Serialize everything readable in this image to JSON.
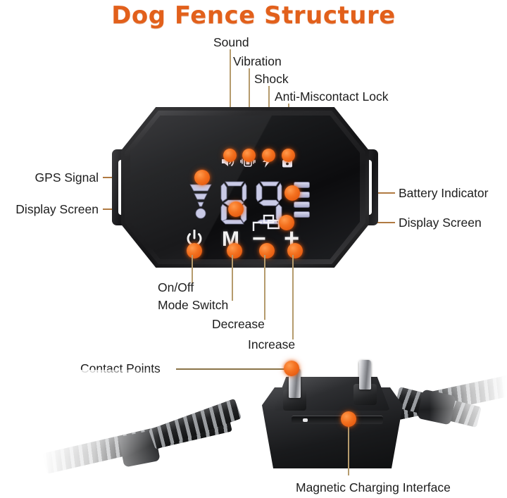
{
  "title": "Dog Fence Structure",
  "theme": {
    "accent_orange": "#f4711f",
    "title_orange": "#e2601b",
    "leader_line": "#b59b6d",
    "label_text": "#1d1d1d",
    "device_black": "#141416",
    "lcd_segment": "#c9cae6"
  },
  "callouts": {
    "top": [
      {
        "id": "sound",
        "label": "Sound",
        "icon": "speaker-icon"
      },
      {
        "id": "vibration",
        "label": "Vibration",
        "icon": "vibration-icon"
      },
      {
        "id": "shock",
        "label": "Shock",
        "icon": "lightning-bolt-icon"
      },
      {
        "id": "lock",
        "label": "Anti-Miscontact Lock",
        "icon": "lock-icon"
      }
    ],
    "left": [
      {
        "id": "gps",
        "label": "GPS Signal",
        "icon": "gps-signal-icon"
      },
      {
        "id": "display-left",
        "label": "Display Screen",
        "icon": "lcd-digits"
      }
    ],
    "right": [
      {
        "id": "battery",
        "label": "Battery Indicator",
        "icon": "battery-indicator-icon"
      },
      {
        "id": "display-right",
        "label": "Display Screen",
        "icon": "fence-boundary-icon"
      }
    ],
    "bottom": [
      {
        "id": "onoff",
        "label": "On/Off",
        "icon": "power-icon",
        "glyph": "⏻"
      },
      {
        "id": "mode",
        "label": "Mode Switch",
        "icon": "mode-m-icon",
        "glyph": "M"
      },
      {
        "id": "decrease",
        "label": "Decrease",
        "icon": "minus-icon",
        "glyph": "−"
      },
      {
        "id": "increase",
        "label": "Increase",
        "icon": "plus-icon",
        "glyph": "+"
      }
    ],
    "collar": [
      {
        "id": "contact-points",
        "label": "Contact Points"
      },
      {
        "id": "charging",
        "label": "Magnetic Charging Interface"
      }
    ]
  },
  "display": {
    "digits": "89",
    "battery_bars": 4,
    "battery_bars_lit": 4,
    "status_icons": [
      "speaker-icon",
      "vibration-icon",
      "lightning-bolt-icon",
      "lock-icon"
    ],
    "gps_icon": "gps-signal-icon",
    "fence_icon": "fence-boundary-icon"
  },
  "hardware": {
    "contact_prongs": 2,
    "charging_port": "magnetic-charging-port",
    "strap": "reflective-nylon-strap",
    "buckles": 2
  }
}
